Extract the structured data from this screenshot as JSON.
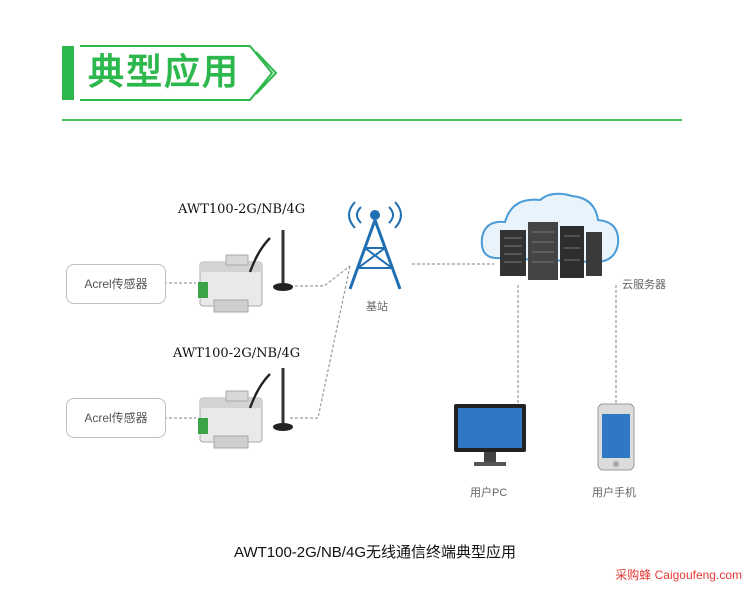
{
  "header": {
    "title": "典型应用"
  },
  "diagram": {
    "sensors": [
      {
        "label": "Acrel传感器"
      },
      {
        "label": "Acrel传感器"
      }
    ],
    "devices": [
      {
        "label": "AWT100-2G/NB/4G"
      },
      {
        "label": "AWT100-2G/NB/4G"
      }
    ],
    "base_station": {
      "label": "基站"
    },
    "cloud_server": {
      "label": "云服务器"
    },
    "user_pc": {
      "label": "用户PC"
    },
    "user_phone": {
      "label": "用户手机"
    }
  },
  "caption": "AWT100-2G/NB/4G无线通信终端典型应用",
  "watermark": "采购蜂 Caigoufeng.com",
  "colors": {
    "accent": "#2db84d",
    "tower": "#1f6fb2"
  }
}
